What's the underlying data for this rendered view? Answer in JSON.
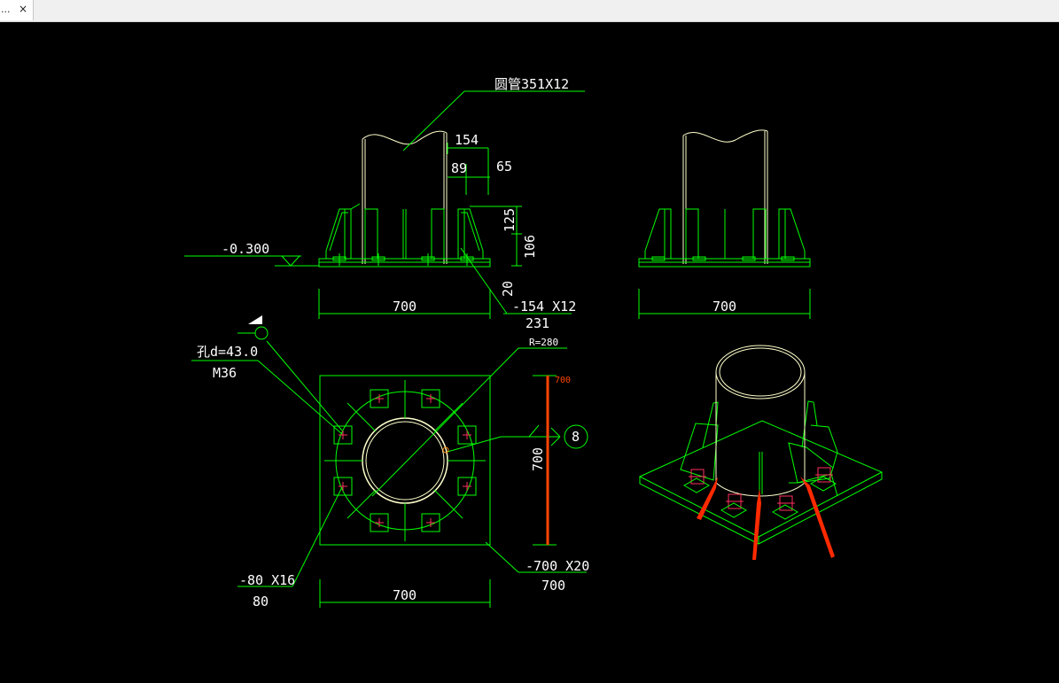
{
  "tab": {
    "title": "...",
    "close": "×"
  },
  "colors": {
    "background": "#000000",
    "line": "#00ff00",
    "pipe": "#ffffcc",
    "text": "#ffffff",
    "bolt_cross": "#ff3060",
    "highlight": "#ff4500",
    "arrow": "#ff2a00"
  },
  "labels": {
    "pipe_spec": "圆管351X12",
    "dim_154_top": "154",
    "dim_89": "89",
    "dim_65": "65",
    "dim_125": "125",
    "dim_106": "106",
    "dim_20": "20",
    "elevation": "-0.300",
    "rib_spec": "-154 X12",
    "rib_len": "231",
    "front_width": "700",
    "side_width": "700",
    "hole_spec": "孔d=43.0",
    "bolt_spec": "M36",
    "radius": "R=280",
    "highlight_700": "700",
    "plan_height": "700",
    "weld_ref": "8",
    "plate_spec": "-700 X20",
    "plate_len": "700",
    "washer_spec": "-80 X16",
    "washer_len": "80",
    "plan_width": "700"
  }
}
